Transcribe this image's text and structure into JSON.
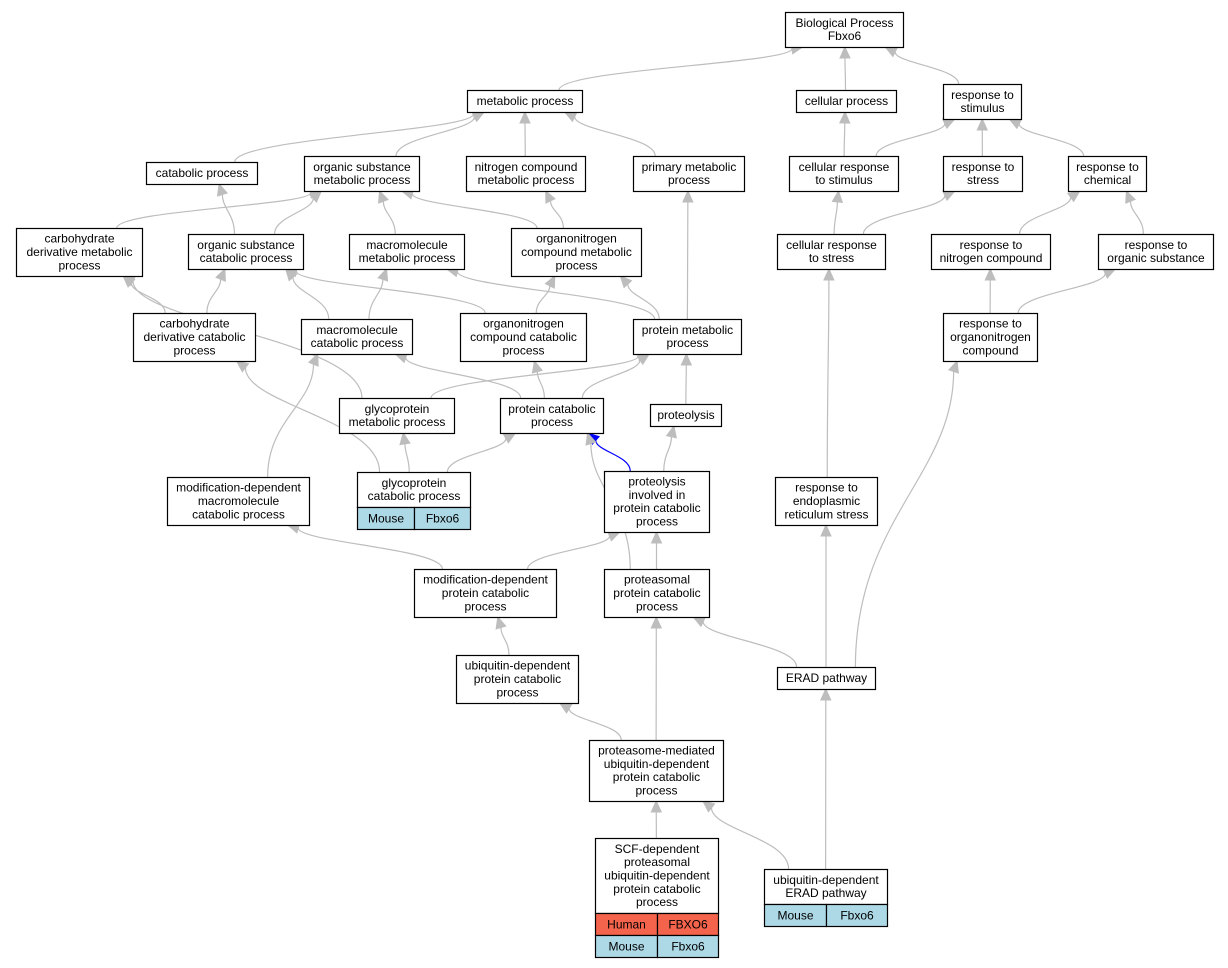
{
  "graph": {
    "colors": {
      "edge": "#bdbdbd",
      "highlight_edge": "#0000ff",
      "mouse": "#add8e6",
      "human": "#f4644c"
    },
    "nodes": {
      "bp": {
        "lines": [
          "Biological Process",
          "Fbxo6"
        ]
      },
      "metabolic": {
        "lines": [
          "metabolic process"
        ]
      },
      "cellular": {
        "lines": [
          "cellular process"
        ]
      },
      "resp_stim": {
        "lines": [
          "response to",
          "stimulus"
        ]
      },
      "catabolic": {
        "lines": [
          "catabolic process"
        ]
      },
      "org_sub_met": {
        "lines": [
          "organic substance",
          "metabolic process"
        ]
      },
      "nitro_met": {
        "lines": [
          "nitrogen compound",
          "metabolic process"
        ]
      },
      "primary_met": {
        "lines": [
          "primary metabolic",
          "process"
        ]
      },
      "cell_resp_stim": {
        "lines": [
          "cellular response",
          "to stimulus"
        ]
      },
      "resp_stress": {
        "lines": [
          "response to",
          "stress"
        ]
      },
      "resp_chem": {
        "lines": [
          "response to",
          "chemical"
        ]
      },
      "carb_deriv_met": {
        "lines": [
          "carbohydrate",
          "derivative metabolic",
          "process"
        ]
      },
      "org_sub_cat": {
        "lines": [
          "organic substance",
          "catabolic process"
        ]
      },
      "macro_met": {
        "lines": [
          "macromolecule",
          "metabolic process"
        ]
      },
      "orgnitro_met": {
        "lines": [
          "organonitrogen",
          "compound metabolic",
          "process"
        ]
      },
      "cell_resp_stress": {
        "lines": [
          "cellular response",
          "to stress"
        ]
      },
      "resp_nitro": {
        "lines": [
          "response to",
          "nitrogen compound"
        ]
      },
      "resp_org_sub": {
        "lines": [
          "response to",
          "organic substance"
        ]
      },
      "carb_deriv_cat": {
        "lines": [
          "carbohydrate",
          "derivative catabolic",
          "process"
        ]
      },
      "macro_cat": {
        "lines": [
          "macromolecule",
          "catabolic process"
        ]
      },
      "orgnitro_cat": {
        "lines": [
          "organonitrogen",
          "compound catabolic",
          "process"
        ]
      },
      "protein_met": {
        "lines": [
          "protein metabolic",
          "process"
        ]
      },
      "resp_orgnitro": {
        "lines": [
          "response to",
          "organonitrogen",
          "compound"
        ]
      },
      "glycoprot_met": {
        "lines": [
          "glycoprotein",
          "metabolic process"
        ]
      },
      "protein_cat": {
        "lines": [
          "protein catabolic",
          "process"
        ]
      },
      "proteolysis": {
        "lines": [
          "proteolysis"
        ]
      },
      "glycoprot_cat": {
        "lines": [
          "glycoprotein",
          "catabolic process"
        ],
        "annotations": [
          [
            "Mouse",
            "Fbxo6"
          ]
        ]
      },
      "mod_dep_macro": {
        "lines": [
          "modification-dependent",
          "macromolecule",
          "catabolic process"
        ]
      },
      "proteolysis_inv": {
        "lines": [
          "proteolysis",
          "involved in",
          "protein catabolic",
          "process"
        ]
      },
      "resp_er_stress": {
        "lines": [
          "response to",
          "endoplasmic",
          "reticulum stress"
        ]
      },
      "mod_dep_prot": {
        "lines": [
          "modification-dependent",
          "protein catabolic",
          "process"
        ]
      },
      "proteasomal": {
        "lines": [
          "proteasomal",
          "protein catabolic",
          "process"
        ]
      },
      "ubq_dep_prot": {
        "lines": [
          "ubiquitin-dependent",
          "protein catabolic",
          "process"
        ]
      },
      "erad": {
        "lines": [
          "ERAD pathway"
        ]
      },
      "prot_med_ubq": {
        "lines": [
          "proteasome-mediated",
          "ubiquitin-dependent",
          "protein catabolic",
          "process"
        ]
      },
      "scf_dep": {
        "lines": [
          "SCF-dependent",
          "proteasomal",
          "ubiquitin-dependent",
          "protein catabolic",
          "process"
        ],
        "annotations": [
          [
            "Human",
            "FBXO6"
          ],
          [
            "Mouse",
            "Fbxo6"
          ]
        ]
      },
      "ubq_dep_erad": {
        "lines": [
          "ubiquitin-dependent",
          "ERAD pathway"
        ],
        "annotations": [
          [
            "Mouse",
            "Fbxo6"
          ]
        ]
      }
    },
    "edges": [
      [
        "metabolic",
        "bp"
      ],
      [
        "cellular",
        "bp"
      ],
      [
        "resp_stim",
        "bp"
      ],
      [
        "catabolic",
        "metabolic"
      ],
      [
        "org_sub_met",
        "metabolic"
      ],
      [
        "nitro_met",
        "metabolic"
      ],
      [
        "primary_met",
        "metabolic"
      ],
      [
        "cell_resp_stim",
        "cellular"
      ],
      [
        "cell_resp_stim",
        "resp_stim"
      ],
      [
        "resp_stress",
        "resp_stim"
      ],
      [
        "resp_chem",
        "resp_stim"
      ],
      [
        "carb_deriv_met",
        "org_sub_met"
      ],
      [
        "org_sub_cat",
        "catabolic"
      ],
      [
        "org_sub_cat",
        "org_sub_met"
      ],
      [
        "macro_met",
        "org_sub_met"
      ],
      [
        "orgnitro_met",
        "org_sub_met"
      ],
      [
        "orgnitro_met",
        "nitro_met"
      ],
      [
        "cell_resp_stress",
        "cell_resp_stim"
      ],
      [
        "cell_resp_stress",
        "resp_stress"
      ],
      [
        "resp_nitro",
        "resp_chem"
      ],
      [
        "resp_org_sub",
        "resp_chem"
      ],
      [
        "carb_deriv_cat",
        "carb_deriv_met"
      ],
      [
        "carb_deriv_cat",
        "org_sub_cat"
      ],
      [
        "macro_cat",
        "org_sub_cat"
      ],
      [
        "macro_cat",
        "macro_met"
      ],
      [
        "orgnitro_cat",
        "org_sub_cat"
      ],
      [
        "orgnitro_cat",
        "orgnitro_met"
      ],
      [
        "protein_met",
        "macro_met"
      ],
      [
        "protein_met",
        "orgnitro_met"
      ],
      [
        "protein_met",
        "primary_met"
      ],
      [
        "resp_orgnitro",
        "resp_nitro"
      ],
      [
        "resp_orgnitro",
        "resp_org_sub"
      ],
      [
        "glycoprot_met",
        "carb_deriv_met"
      ],
      [
        "glycoprot_met",
        "protein_met"
      ],
      [
        "protein_cat",
        "macro_cat"
      ],
      [
        "protein_cat",
        "orgnitro_cat"
      ],
      [
        "protein_cat",
        "protein_met"
      ],
      [
        "proteolysis",
        "protein_met"
      ],
      [
        "glycoprot_cat",
        "carb_deriv_cat"
      ],
      [
        "glycoprot_cat",
        "glycoprot_met"
      ],
      [
        "glycoprot_cat",
        "protein_cat"
      ],
      [
        "mod_dep_macro",
        "macro_cat"
      ],
      [
        "proteolysis_inv",
        "protein_cat",
        "highlight"
      ],
      [
        "proteolysis_inv",
        "proteolysis"
      ],
      [
        "resp_er_stress",
        "cell_resp_stress"
      ],
      [
        "mod_dep_prot",
        "mod_dep_macro"
      ],
      [
        "mod_dep_prot",
        "proteolysis_inv"
      ],
      [
        "proteasomal",
        "protein_cat"
      ],
      [
        "proteasomal",
        "proteolysis_inv"
      ],
      [
        "ubq_dep_prot",
        "mod_dep_prot"
      ],
      [
        "erad",
        "proteasomal"
      ],
      [
        "erad",
        "resp_er_stress"
      ],
      [
        "erad",
        "resp_orgnitro"
      ],
      [
        "prot_med_ubq",
        "ubq_dep_prot"
      ],
      [
        "prot_med_ubq",
        "proteasomal"
      ],
      [
        "scf_dep",
        "prot_med_ubq"
      ],
      [
        "ubq_dep_erad",
        "prot_med_ubq"
      ],
      [
        "ubq_dep_erad",
        "erad"
      ]
    ]
  }
}
